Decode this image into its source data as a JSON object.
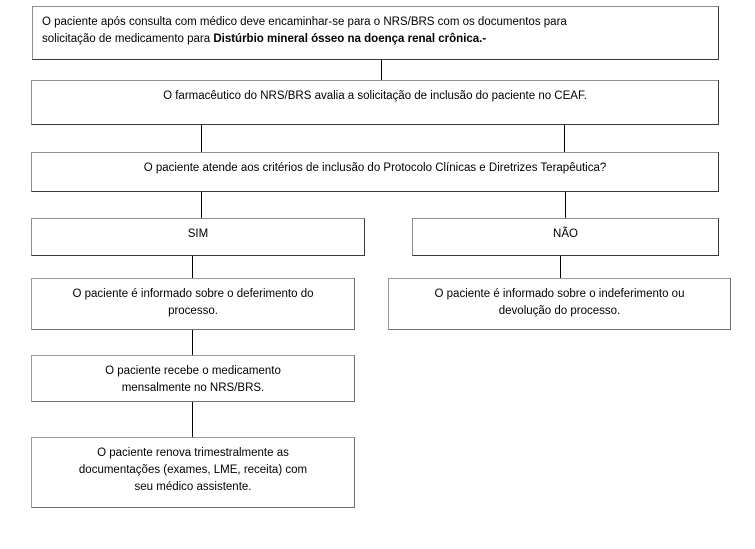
{
  "document": {
    "title": "Fluxograma de solicitação de medicamento - Distúrbio mineral ósseo na doença renal crônica",
    "language": "pt-BR",
    "background_color": "#ffffff",
    "box_border_color": "#6f6f6f",
    "connector_color": "#000000",
    "text_color": "#000000"
  },
  "nodes": {
    "start": {
      "id": "start",
      "line1": "O paciente após consulta com médico deve encaminhar-se para o NRS/BRS com os documentos para",
      "line2_prefix": "solicitação de medicamento para ",
      "line2_bold": "Distúrbio mineral ósseo na doença renal crônica.-"
    },
    "pharmacist_review": {
      "id": "pharmacist-review",
      "text": "O farmacêutico do NRS/BRS avalia a solicitação de inclusão do paciente no CEAF."
    },
    "criteria_decision": {
      "id": "criteria-decision",
      "text": "O paciente atende aos critérios de inclusão do Protocolo Clínicas e Diretrizes Terapêutica?"
    },
    "branch_yes": {
      "id": "branch-yes",
      "label": "SIM"
    },
    "branch_no": {
      "id": "branch-no",
      "label": "NÃO"
    },
    "approved_notice": {
      "id": "approved-notice",
      "text": "O paciente é informado sobre o deferimento do\nprocesso."
    },
    "denied_notice": {
      "id": "denied-notice",
      "text": "O paciente é informado sobre o indeferimento ou\ndevolução do processo."
    },
    "monthly_dispensing": {
      "id": "monthly-dispensing",
      "text": "O paciente recebe o medicamento\nmensalmente no NRS/BRS."
    },
    "quarterly_renewal": {
      "id": "quarterly-renewal",
      "text": "O paciente renova trimestralmente as\ndocumentações (exames, LME, receita) com\nseu médico assistente."
    }
  }
}
